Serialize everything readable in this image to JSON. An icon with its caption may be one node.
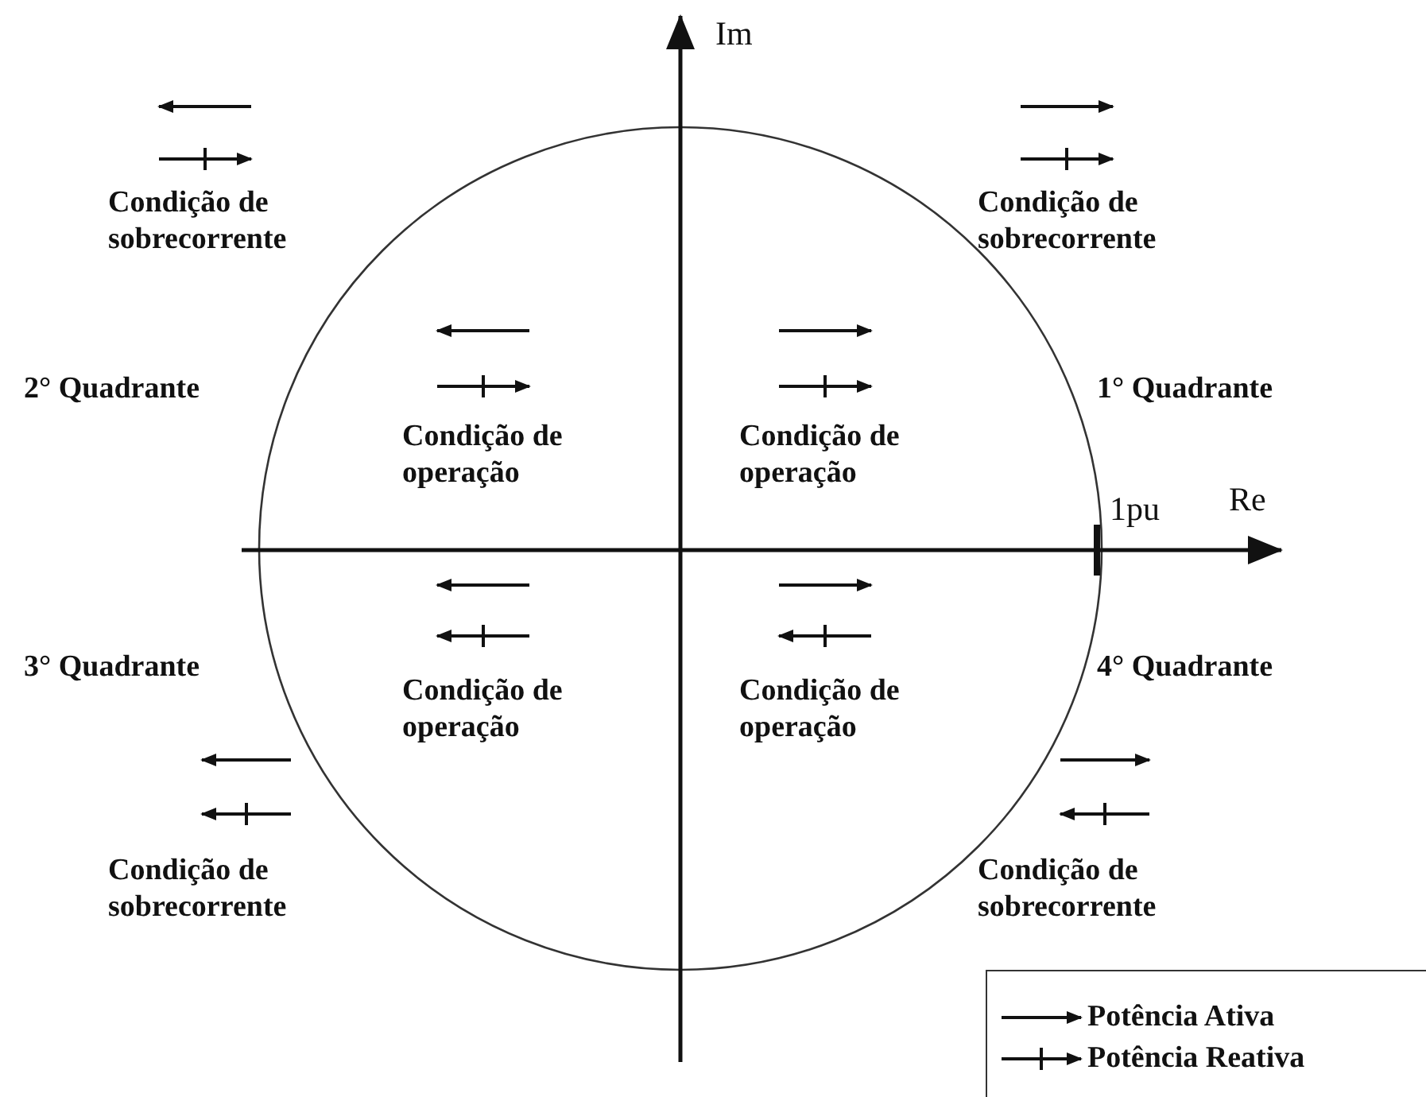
{
  "diagram": {
    "labels": [
      "Im",
      "Condição de sobrecorrente",
      "Condição de sobrecorrente",
      "2° Quadrante",
      "Condição de operação",
      "Condição de operação",
      "1° Quadrante",
      "1pu",
      "Re",
      "3° Quadrante",
      "Condição de operação",
      "Condição de operação",
      "4° Quadrante",
      "Condição de sobrecorrente",
      "Condição de sobrecorrente"
    ],
    "legend": [
      {
        "text": "Potência Ativa"
      },
      {
        "text": "Potência Reativa"
      }
    ]
  }
}
